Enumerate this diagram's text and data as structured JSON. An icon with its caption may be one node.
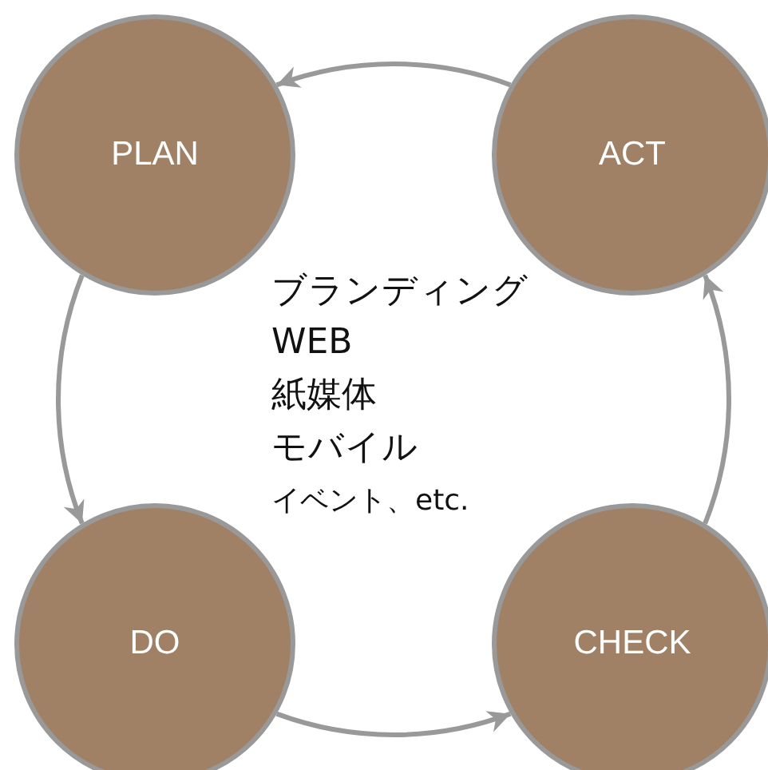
{
  "diagram": {
    "nodes": [
      {
        "text": [
          "PLAN"
        ]
      },
      {
        "text": [
          "ACT"
        ]
      },
      {
        "text": [
          "DO"
        ]
      },
      {
        "text": [
          "CHECK"
        ]
      }
    ],
    "edges": [
      {
        "from": 1,
        "to": 0,
        "arrow": "to"
      },
      {
        "from": 0,
        "to": 2,
        "arrow": "to"
      },
      {
        "from": 2,
        "to": 3,
        "arrow": "to"
      },
      {
        "from": 3,
        "to": 1,
        "arrow": "to"
      }
    ],
    "labels": [
      "ブランディング",
      "WEB",
      "紙媒体",
      "モバイル",
      "イベント、etc."
    ]
  }
}
